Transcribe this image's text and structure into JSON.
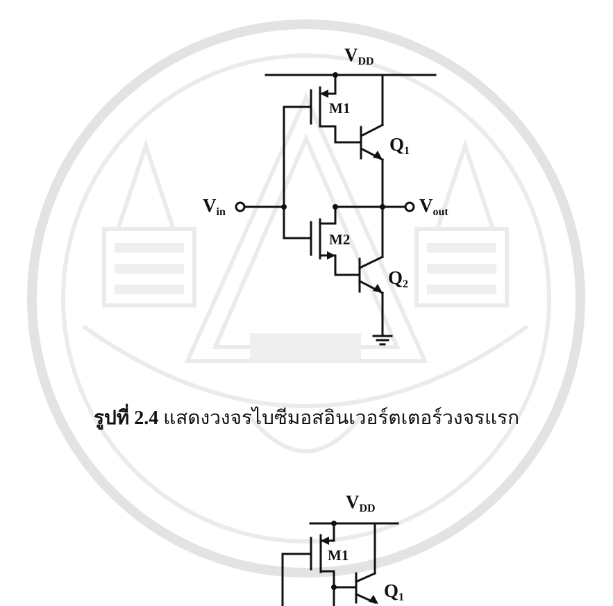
{
  "figure1": {
    "supply": {
      "main": "V",
      "sub": "DD"
    },
    "input": {
      "main": "V",
      "sub": "in"
    },
    "output": {
      "main": "V",
      "sub": "out"
    },
    "m1": "M1",
    "m2": "M2",
    "q1": {
      "main": "Q",
      "sub": "1"
    },
    "q2": {
      "main": "Q",
      "sub": "2"
    }
  },
  "caption": {
    "number": "รูปที่ 2.4",
    "text": " แสดงวงจรไบซีมอสอินเวอร์ตเตอร์วงจรแรก"
  },
  "figure2": {
    "supply": {
      "main": "V",
      "sub": "DD"
    },
    "m1": "M1",
    "q1": {
      "main": "Q",
      "sub": "1"
    }
  },
  "colors": {
    "ink": "#111111",
    "watermark": "#e4e4e4"
  }
}
